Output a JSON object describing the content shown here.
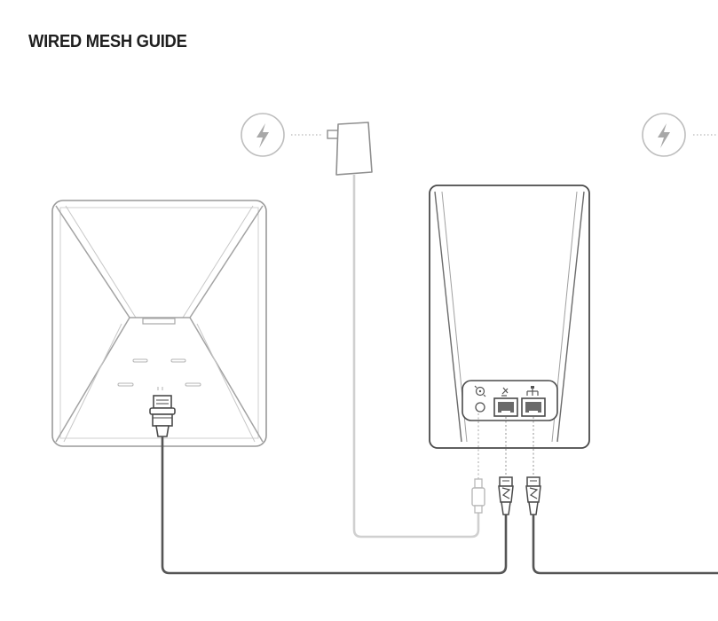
{
  "title": "WIRED MESH GUIDE",
  "colors": {
    "line_light": "#c8c8c8",
    "line_mid": "#8f8f8f",
    "line_dark": "#4a4a4a",
    "cable_dark": "#555555",
    "cable_light": "#d6d6d6",
    "power_icon": "#a8a8a8"
  },
  "icons": {
    "power_left": "lightning-bolt-icon",
    "power_right": "lightning-bolt-icon",
    "reset_port": "reset-icon",
    "wan_port": "internet-globe-icon",
    "lan_port": "lan-network-icon"
  },
  "devices": {
    "left": "ceiling-mesh-access-point",
    "center": "mesh-router",
    "power": "power-adapter"
  }
}
